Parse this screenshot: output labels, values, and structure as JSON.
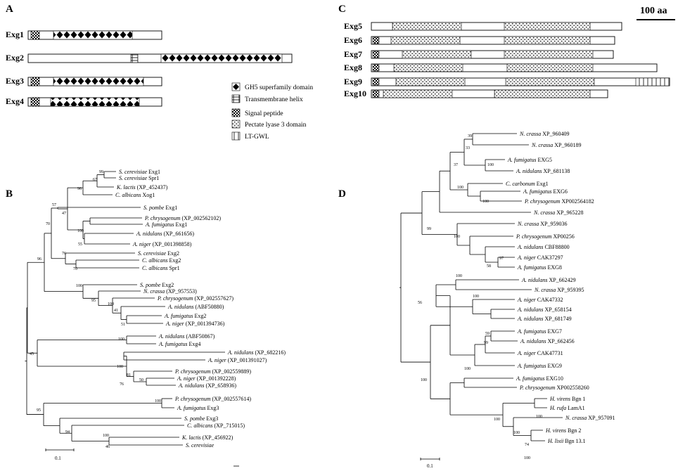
{
  "panels": {
    "a": "A",
    "b": "B",
    "c": "C",
    "d": "D"
  },
  "scale_aa": "100 aa",
  "legend": [
    {
      "label": "GH5 superfamily domain",
      "pattern": "diamond"
    },
    {
      "label": "Transmembrane  helix",
      "pattern": "tm"
    },
    {
      "label": "Signal peptide",
      "pattern": "signal"
    },
    {
      "label": "Pectate lyase 3 domain",
      "pattern": "pectate"
    },
    {
      "label": "LT-GWL",
      "pattern": "ltgwl"
    }
  ],
  "proteins_a": [
    {
      "name": "Exg1"
    },
    {
      "name": "Exg2"
    },
    {
      "name": "Exg3"
    },
    {
      "name": "Exg4"
    }
  ],
  "proteins_c": [
    {
      "name": "Exg5"
    },
    {
      "name": "Exg6"
    },
    {
      "name": "Exg7"
    },
    {
      "name": "Exg8"
    },
    {
      "name": "Exg9"
    },
    {
      "name": "Exg10"
    }
  ],
  "tree_b": {
    "scale_label": "0.1",
    "leaves": [
      {
        "sp": "S. cerevisiae",
        "id": "Exg1"
      },
      {
        "sp": "S. cerevisiae",
        "id": "Spr1"
      },
      {
        "sp": "K. lactis",
        "id": "(XP_452437)"
      },
      {
        "sp": "C. albicans",
        "id": "Xog1"
      },
      {
        "sp": "S. pombe",
        "id": "Exg1"
      },
      {
        "sp": "P. chrysogenum",
        "id": "(XP_002562102)"
      },
      {
        "sp": "A. fumigatus",
        "id": "Exg1"
      },
      {
        "sp": "A. nidulans",
        "id": "(XP_661656)"
      },
      {
        "sp": "A. niger",
        "id": "(XP_001398858)"
      },
      {
        "sp": "S. cerevisiae",
        "id": "Exg2"
      },
      {
        "sp": "C. albicans",
        "id": "Exg2"
      },
      {
        "sp": "C. albicans",
        "id": "Spr1"
      },
      {
        "sp": "S. pombe",
        "id": "Exg2"
      },
      {
        "sp": "N. crassa",
        "id": "(XP_957553)"
      },
      {
        "sp": "P. chrysogenum",
        "id": "(XP_002557627)"
      },
      {
        "sp": "A. nidulans",
        "id": "(ABF50880)"
      },
      {
        "sp": "A. fumigatus",
        "id": "Exg2"
      },
      {
        "sp": "A. niger",
        "id": "(XP_001394736)"
      },
      {
        "sp": "A. nidulans",
        "id": "(ABF50867)"
      },
      {
        "sp": "A. fumigatus",
        "id": "Exg4"
      },
      {
        "sp": "A. nidulans",
        "id": "(XP_682216)"
      },
      {
        "sp": "A. niger",
        "id": "(XP_001391027)"
      },
      {
        "sp": "P. chrysogenum",
        "id": "(XP_002559889)"
      },
      {
        "sp": "A. niger",
        "id": "(XP_001392228)"
      },
      {
        "sp": "A. nidulans",
        "id": "(XP_658936)"
      },
      {
        "sp": "P. chrysogenum",
        "id": "(XP_002557614)"
      },
      {
        "sp": "A. fumigatus",
        "id": "Exg3"
      },
      {
        "sp": "S. pombe",
        "id": "Exg3"
      },
      {
        "sp": "C. albicans",
        "id": "(XP_715015)"
      },
      {
        "sp": "K. lactis",
        "id": "(XP_456922)"
      },
      {
        "sp": "S. cerevisiae",
        "id": ""
      }
    ],
    "bootstrap": [
      "99",
      "67",
      "96",
      "57",
      "47",
      "70",
      "100",
      "55",
      "76",
      "70",
      "96",
      "100",
      "95",
      "100",
      "41",
      "51",
      "100",
      "100",
      "81",
      "50",
      "76",
      "45",
      "100",
      "95",
      "94",
      "100",
      "46"
    ]
  },
  "tree_d": {
    "scale_label": "0.1",
    "leaves": [
      {
        "sp": "N. crassa",
        "id": "XP_960409"
      },
      {
        "sp": "N. crassa",
        "id": "XP_960189"
      },
      {
        "sp": "A. fumigatus",
        "id": "EXG5"
      },
      {
        "sp": "A. nidulans",
        "id": "XP_681138"
      },
      {
        "sp": "C. carbonum",
        "id": "Exg1"
      },
      {
        "sp": "A. fumigatus",
        "id": "EXG6"
      },
      {
        "sp": "P. chrysogenum",
        "id": "XP002564182"
      },
      {
        "sp": "N. crassa",
        "id": "XP_965228"
      },
      {
        "sp": "N. crassa",
        "id": "XP_959036"
      },
      {
        "sp": "P. chrysogenum",
        "id": "XP00256"
      },
      {
        "sp": "A. nidulans",
        "id": "CBF88800"
      },
      {
        "sp": "A. niger",
        "id": "CAK37297"
      },
      {
        "sp": "A. fumigatus",
        "id": "EXG8"
      },
      {
        "sp": "A. nidulans",
        "id": "XP_662429"
      },
      {
        "sp": "N. crassa",
        "id": "XP_959395"
      },
      {
        "sp": "A. niger",
        "id": "CAK47332"
      },
      {
        "sp": "A. nidulans",
        "id": "XP_658154"
      },
      {
        "sp": "A. nidulans",
        "id": "XP_681749"
      },
      {
        "sp": "A. fumigatus",
        "id": "EXG7"
      },
      {
        "sp": "A. nidulans",
        "id": "XP_662456"
      },
      {
        "sp": "A. niger",
        "id": "CAK47731"
      },
      {
        "sp": "A. fumigatus",
        "id": "EXG9"
      },
      {
        "sp": "A. fumigatus",
        "id": "EXG10"
      },
      {
        "sp": "P. chrysogenum",
        "id": "XP002558260"
      },
      {
        "sp": "H. virens",
        "id": "Bgn 1"
      },
      {
        "sp": "H. rufa",
        "id": "LamA1"
      },
      {
        "sp": "N. crassa",
        "id": "XP_957091"
      },
      {
        "sp": "H. virens",
        "id": "Bgn 2"
      },
      {
        "sp": "H. lixii",
        "id": "Bgn 13.1"
      }
    ],
    "bootstrap": [
      "39",
      "33",
      "100",
      "37",
      "100",
      "100",
      "99",
      "100",
      "97",
      "58",
      "100",
      "100",
      "56",
      "100",
      "59",
      "99",
      "100",
      "100",
      "100",
      "100",
      "74",
      "100"
    ]
  }
}
